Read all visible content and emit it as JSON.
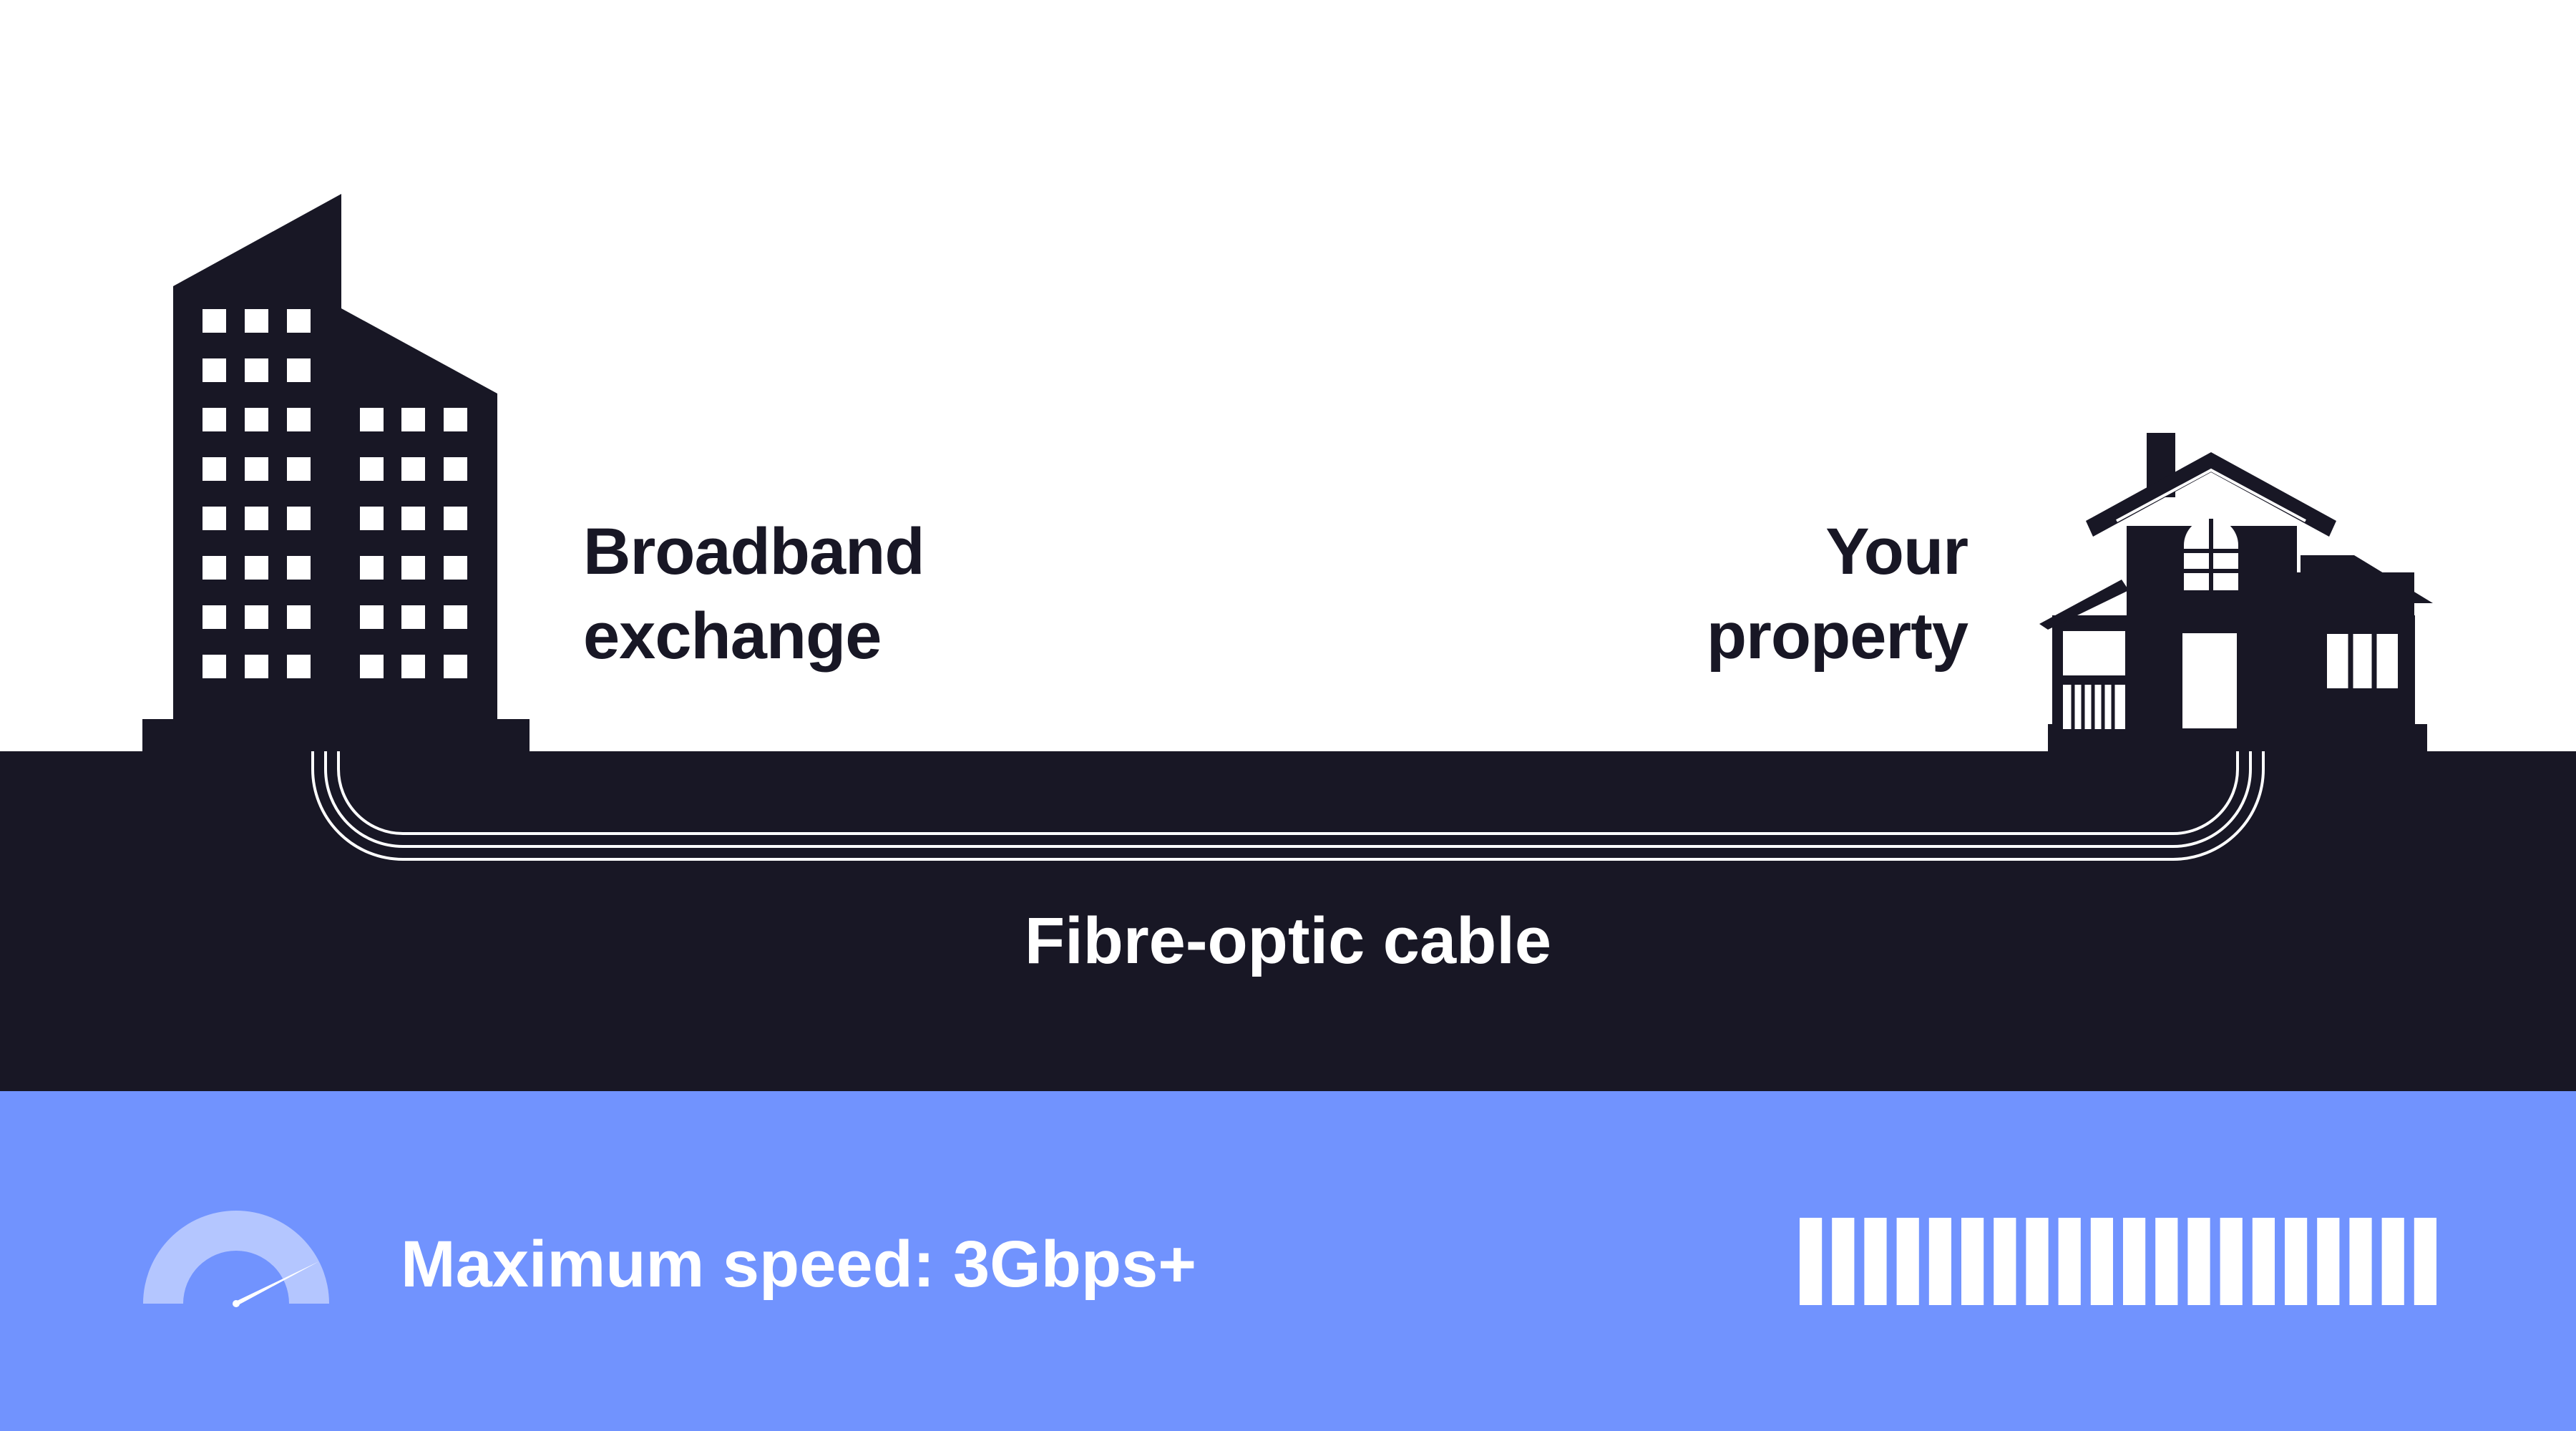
{
  "labels": {
    "exchange": [
      "Broadband",
      "exchange"
    ],
    "property": [
      "Your",
      "property"
    ],
    "cable": "Fibre-optic cable"
  },
  "speed": {
    "text": "Maximum speed: 3Gbps+",
    "gauge_level": 0.85,
    "bar_count": 20
  },
  "icons": {
    "exchange": "office-building-icon",
    "property": "house-icon",
    "speed": "speedometer-icon"
  },
  "colors": {
    "ground": "#181725",
    "band": "#7193fe",
    "gauge_track": "#b4c6ff",
    "foreground": "#ffffff"
  }
}
